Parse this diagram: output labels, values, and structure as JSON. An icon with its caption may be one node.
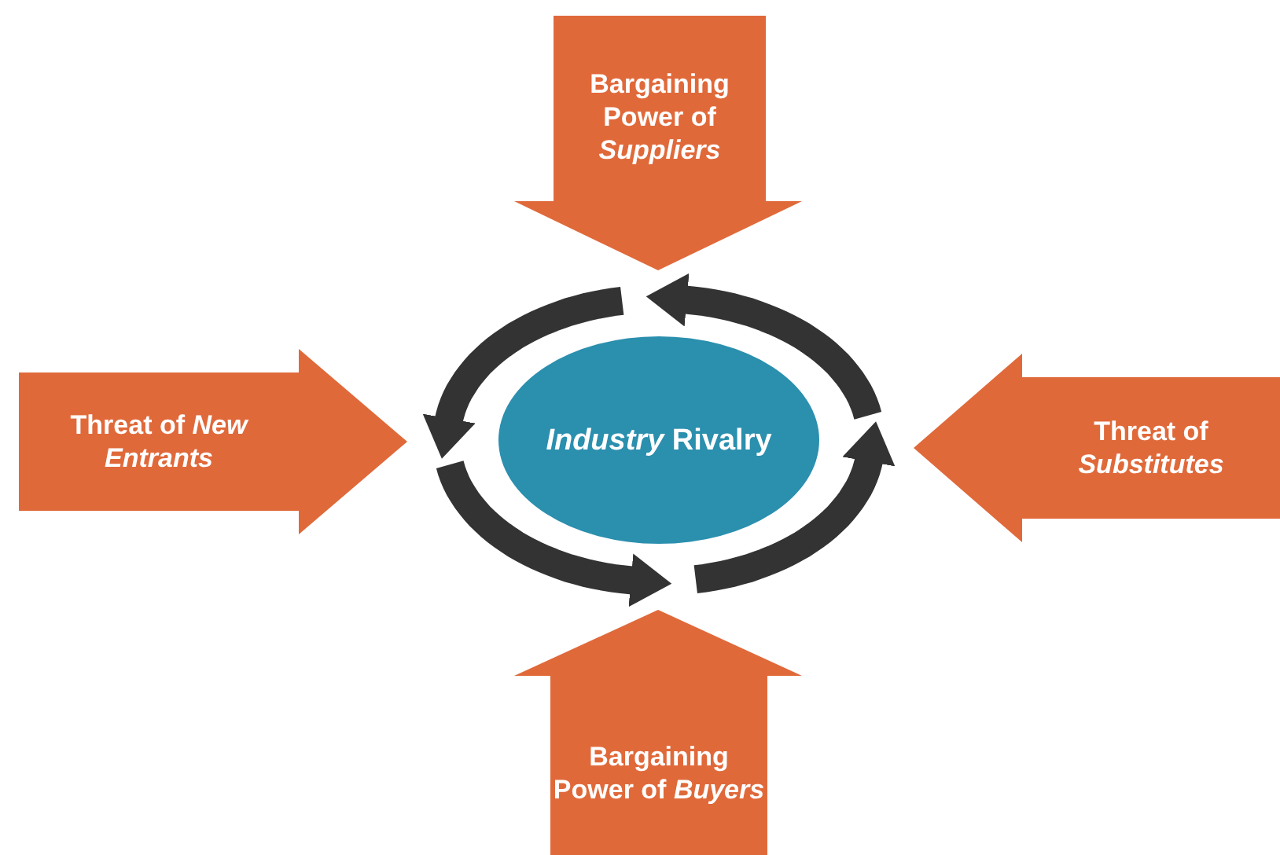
{
  "diagram": {
    "nodes": [
      {
        "text": [
          "Bargaining Power of *Suppliers*"
        ]
      },
      {
        "text": [
          "Threat of *New Entrants*"
        ]
      },
      {
        "text": [
          "*Industry* Rivalry"
        ]
      },
      {
        "text": [
          "Threat of *Substitutes*"
        ]
      },
      {
        "text": [
          "Bargaining Power of *Buyers*"
        ]
      }
    ]
  }
}
